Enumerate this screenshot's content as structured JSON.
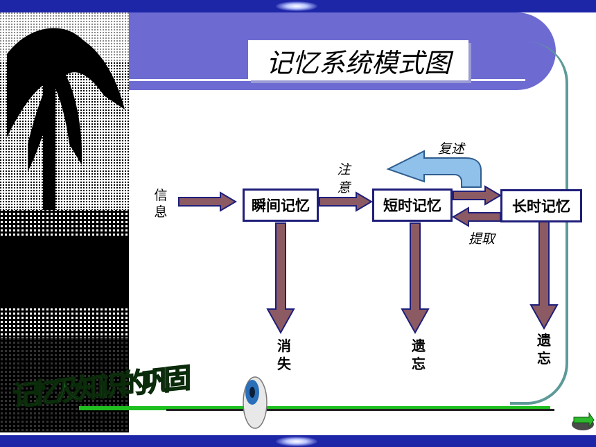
{
  "title": "记忆系统模式图",
  "nodes": {
    "sensory": "瞬间记忆",
    "short_term": "短时记忆",
    "long_term": "长时记忆"
  },
  "labels": {
    "input": [
      "信",
      "息"
    ],
    "attention": [
      "注",
      "意"
    ],
    "rehearsal": "复述",
    "retrieval": "提取",
    "loss": [
      "消",
      "失"
    ],
    "forget_short": [
      "遗",
      "忘"
    ],
    "forget_long": [
      "遗",
      "忘"
    ]
  },
  "wordart_text": "记忆及知识的巩固",
  "colors": {
    "arrow_fill": "#8b5a63",
    "arrow_stroke": "#1e1e7a",
    "rehearsal_arrow": "#8fc1ea",
    "header_band": "#6d6bd1",
    "frame": "#5d9a98",
    "bars": "#1e26a8"
  },
  "icons": [
    "eye-icon",
    "next-slide-icon"
  ]
}
